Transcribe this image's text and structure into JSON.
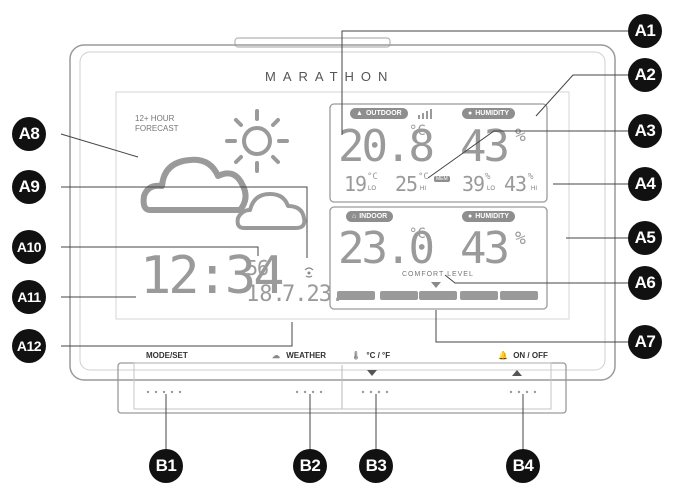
{
  "device": {
    "brand": "MARATHON",
    "forecast_label_1": "12+ HOUR",
    "forecast_label_2": "FORECAST",
    "time": "12:34",
    "seconds": "56",
    "date_day": "18.",
    "date_month_year": "7.23.",
    "outdoor_label": "OUTDOOR",
    "outdoor_humidity_label": "HUMIDITY",
    "outdoor_temp": "20.8",
    "outdoor_temp_unit": "°C",
    "outdoor_humidity": "43",
    "outdoor_humidity_unit": "%",
    "lo_temp": "19",
    "lo_temp_unit": "°C",
    "lo_label": "LO",
    "hi_temp": "25",
    "hi_temp_unit": "°C",
    "hi_label": "HI",
    "mem_label": "MEM",
    "lo_humidity": "39",
    "lo_humidity_unit": "%",
    "lo_humidity_label": "LO",
    "hi_humidity": "43",
    "hi_humidity_unit": "%",
    "hi_humidity_label": "HI",
    "indoor_label": "INDOOR",
    "indoor_humidity_label": "HUMIDITY",
    "indoor_temp": "23.0",
    "indoor_temp_unit": "°C",
    "indoor_humidity": "43",
    "indoor_humidity_unit": "%",
    "comfort_level_label": "COMFORT LEVEL"
  },
  "buttons": {
    "mode_set": "MODE/SET",
    "weather": "WEATHER",
    "unit": "°C / °F",
    "on_off": "ON / OFF"
  },
  "callouts": {
    "A1": "A1",
    "A2": "A2",
    "A3": "A3",
    "A4": "A4",
    "A5": "A5",
    "A6": "A6",
    "A7": "A7",
    "A8": "A8",
    "A9": "A9",
    "A10": "A10",
    "A11": "A11",
    "A12": "A12",
    "B1": "B1",
    "B2": "B2",
    "B3": "B3",
    "B4": "B4"
  },
  "colors": {
    "outline": "#8a8a8a",
    "segment": "#9a9a9a",
    "label_bg": "#111111",
    "label_text": "#ffffff"
  },
  "icons": [
    "sun-icon",
    "cloud-icon",
    "signal-icon",
    "bell-icon",
    "drop-icon",
    "home-icon",
    "thermometer-icon",
    "weather-icon",
    "arrow-down-icon",
    "arrow-up-icon"
  ]
}
